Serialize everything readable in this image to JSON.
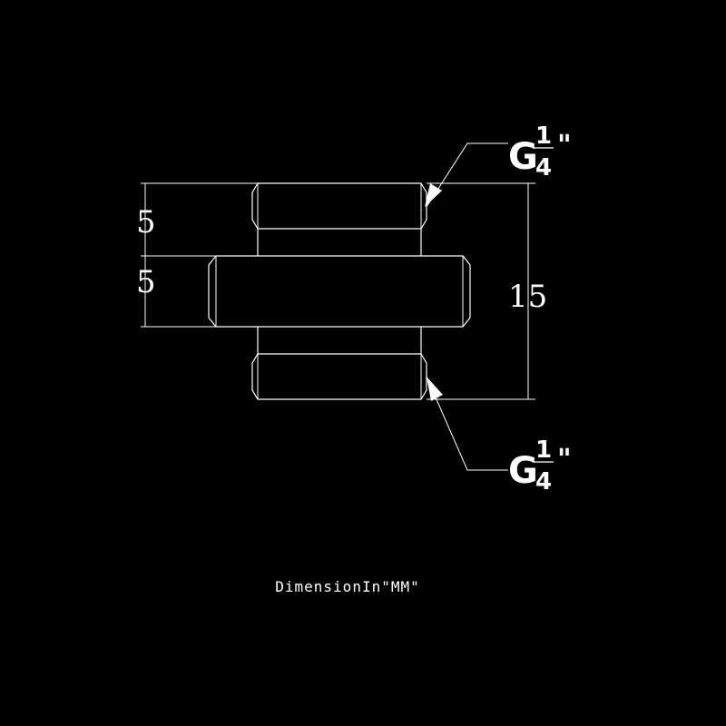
{
  "colors": {
    "background": "#000000",
    "line": "#ffffff"
  },
  "dimensions": {
    "top_height": "5",
    "middle_height": "5",
    "total_height": "15"
  },
  "thread_labels": {
    "top": {
      "letter": "G",
      "numerator": "1",
      "denominator": "4",
      "inch_mark": "\""
    },
    "bottom": {
      "letter": "G",
      "numerator": "1",
      "denominator": "4",
      "inch_mark": "\""
    }
  },
  "caption": "DimensionIn\"MM\""
}
